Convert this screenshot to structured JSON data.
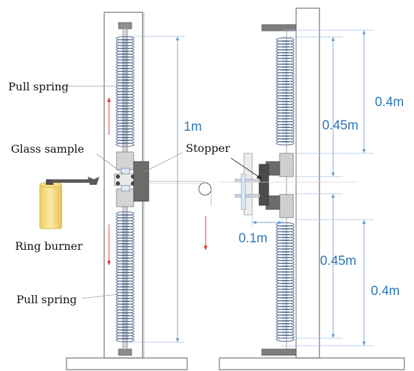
{
  "labels": {
    "pull_spring_top": "Pull spring",
    "glass_sample": "Glass sample",
    "ring_burner": "Ring burner",
    "pull_spring_bottom": "Pull spring",
    "stopper": "Stopper"
  },
  "dimensions": {
    "total_length": "1m",
    "upper_spring_outer": "0.4m",
    "upper_spring_inner": "0.45m",
    "gap": "0.1m",
    "lower_spring_inner": "0.45m",
    "lower_spring_outer": "0.4m"
  },
  "colors": {
    "dimension_text": "#2e75b6",
    "dimension_line": "#6a9fd4",
    "spring": "#5b6f94",
    "frame": "#6f6f6f",
    "block_light": "#cfcfcf",
    "block_dark": "#6b6b6b",
    "stopper": "#555555",
    "arrow": "#e03030",
    "burner_body": "#f7e08a"
  }
}
